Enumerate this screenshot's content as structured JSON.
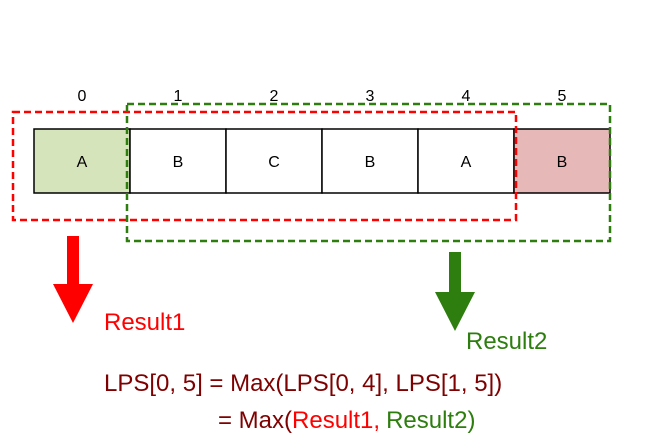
{
  "indices": [
    "0",
    "1",
    "2",
    "3",
    "4",
    "5"
  ],
  "cells": [
    "A",
    "B",
    "C",
    "B",
    "A",
    "B"
  ],
  "colors": {
    "first_cell_fill": "#d6e4bc",
    "last_cell_fill": "#e6b9b8",
    "result1": "#ff0000",
    "result2": "#2e7d0f",
    "formula": "#7f0000"
  },
  "result1_label": "Result1",
  "result2_label": "Result2",
  "formula": {
    "line1": "LPS[0, 5] = Max(LPS[0, 4], LPS[1, 5])",
    "line2_prefix": "= Max(",
    "line2_result1": "Result1,",
    "line2_result2": "Result2)"
  }
}
